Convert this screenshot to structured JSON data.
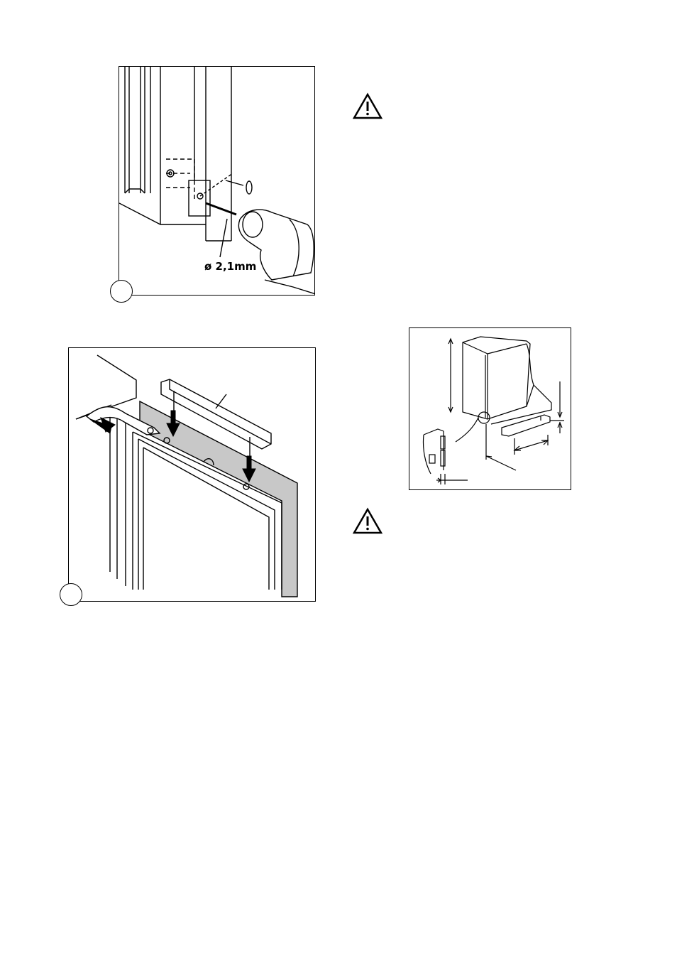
{
  "figures": [
    {
      "id": "drill-figure",
      "label": "ø 2,1mm",
      "icons": [
        "hinge-bracket-icon",
        "screw-icon",
        "drill-icon"
      ]
    },
    {
      "id": "door-frame-figure",
      "icons": [
        "cover-strip-icon",
        "arrow-down-icon",
        "hinge-icon"
      ]
    },
    {
      "id": "plinth-figure",
      "icons": [
        "appliance-cabinet-icon",
        "plinth-icon",
        "dimension-arrow-icon"
      ]
    }
  ],
  "warnings": [
    {
      "icon": "warning-triangle-icon"
    },
    {
      "icon": "warning-triangle-icon"
    }
  ],
  "colors": {
    "line": "#000000",
    "panel_fill": "#c8c8c8",
    "background": "#ffffff"
  }
}
